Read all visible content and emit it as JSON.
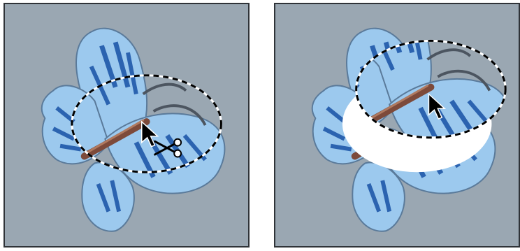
{
  "panels": [
    {
      "tool": "cut",
      "cursor": "arrow-scissors-cursor"
    },
    {
      "tool": "move",
      "cursor": "arrow-cursor"
    }
  ],
  "colors": {
    "background": "#9aa7b2",
    "butterfly_light": "#9cc9ee",
    "butterfly_dark": "#2b63b0",
    "body": "#7d4a3a",
    "selection": "#000000",
    "hole": "#ffffff"
  }
}
